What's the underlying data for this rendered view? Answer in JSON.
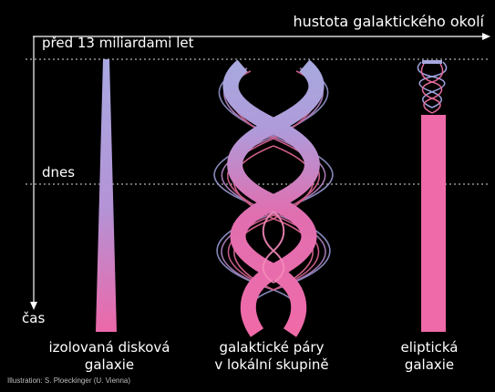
{
  "axis_x_label": "hustota galaktického okolí",
  "time_start_label": "před 13 miliardami let",
  "time_today_label": "dnes",
  "time_axis_label": "čas",
  "columns": [
    {
      "line1": "izolovaná disková",
      "line2": "galaxie"
    },
    {
      "line1": "galaktické páry",
      "line2": "v lokální skupině"
    },
    {
      "line1": "eliptická",
      "line2": "galaxie"
    }
  ],
  "credit": "Illustration: S. Ploeckinger (U. Vienna)",
  "colors": {
    "background": "#000000",
    "lavender": "#a8a8df",
    "pink": "#ef6aa8",
    "text": "#ffffff"
  }
}
